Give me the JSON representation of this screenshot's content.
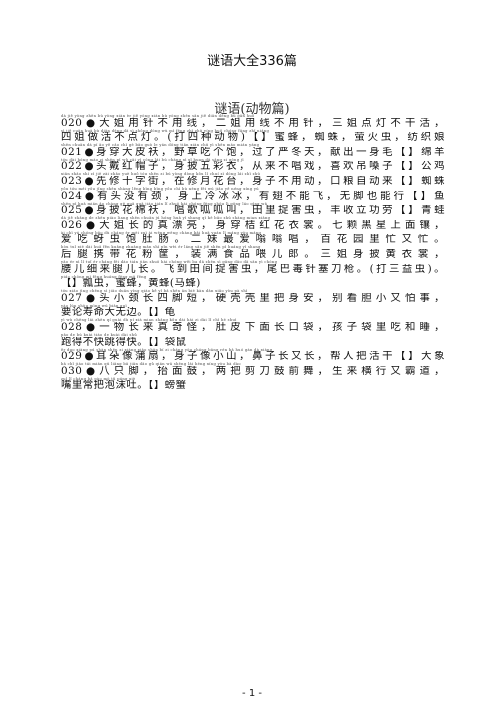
{
  "doc": {
    "title": "谜语大全336篇",
    "section": "谜语(动物篇)",
    "page_number": "- 1 -"
  },
  "lines": [
    {
      "py": "dà jiě yòng zhēn bù yòng xiàn    èr jiě yòng xiàn bù yòng zhēn    sān jiě diǎn dēng bù gǎn huǒ",
      "text": "020●大姐用针不用线，二姐用线不用针，三姐点灯不干活，",
      "last": false
    },
    {
      "py": "sì jiě cuān huā bù diǎn dēng    dǎ sì zhǒng dòng wù    mì fēng   zhī zhū   yíng huǒ chóng   fǎng zhī niáng",
      "text": "四姐做活不点灯。(打四种动物)【】蜜蜂，蜘蛛，萤火虫，纺织娘",
      "last": false
    },
    {
      "py": "shēn chuān dà pí ǎo    yě cǎo chī gè bǎo    guò le yán dōng tiān    xiàn chū yì shēn máo    mián yáng",
      "text": "021●身穿大皮袄，野草吃个饱，过了严冬天，献出一身毛【】绵羊",
      "last": false
    },
    {
      "py": "tóu dài hóng mào zi    shēn pī wǔ cǎi yī    cóng lái bú chàng xì    xǐ huan dǎ sǎng zi    gōng jī",
      "text": "022●头戴红帽子，身披五彩衣，从来不唱戏，喜欢吊嗓子【】公鸡",
      "last": false
    },
    {
      "py": "xiān zhǎo shí zì jiē    zài zhǎo yuè huǒ tóu    shēn zi bú yòng dòng    kǒu lǐ chuí zì dòng lái    zhī zhū",
      "text": "023●先修十字街，在修月花台，身子不用动，口粮自动来【】蜘蛛",
      "last": false
    },
    {
      "py": "yǒu tóu méi yǒu jǐng    shēn shàng lěng bīng bīng    yǒu chì bù néng fēi    wú jiǎo yě néng xíng    yú",
      "text": "024●有头没有颈，身上冷冰冰，有翅不能飞，无脚也能行【】鱼",
      "last": false
    },
    {
      "py": "shēn pī huā mián ǎo    chàng gē guā guā jiào    tián lǐ zhuō hài chóng    fēng shōu lì gōng láo    qīng wā",
      "text": "025●身披花棉袄，唱歌呱呱叫，田里捉害虫，丰收立功劳【】青蛙",
      "last": false
    },
    {
      "py": "dà jiě zhǎng de zhēn piào liang    shēn chuān jú hóng huā yī shang    qī kē bǎo zhū shàng mian xiāng",
      "text": "026●大姐长的真漂亮，身穿桔红花衣裳。七颗黑星上面镶，",
      "last": false
    },
    {
      "py": "ài chī yá chóng bǎo dù cháng    èr mèi zuì ài wēng wēng chàng    bǎi huā yuán lǐ máng yòu máng",
      "text": "爱吃蚜虫饱肚肠。二妹最爱嗡嗡唱，百花园里忙又忙。",
      "last": false
    },
    {
      "py": "hòu tuǐ xié dài huā fěn kuāng    zhuāng mǎn shí pǐn wèi ér láng    sān jiě shēn pī huáng yī shang",
      "text": "后腿携带花粉筐，装满食品喂儿郎。三姐身披黄衣裳，",
      "last": false
    },
    {
      "py": "yāo ér xì lǐ tuǐ ér cháng    fēi dào tián jiān zhuō hài chóng    wěi ba dǎ zhēn sì gāng dāo    dǎ sān yì chóng",
      "text": "腰儿细来腿儿长。飞到田间捉害虫，尾巴毒针塞刀枪。(打三益虫)。",
      "last": false
    },
    {
      "py": "piáo chóng   mì fēng   huáng fēng   mǎ fēng",
      "text": "【】瓢虫，蜜蜂，黄蜂(马蜂)",
      "last": true
    },
    {
      "py": "tóu xiǎo jìng chēng sì jiǎo duǎn    yìng qiào kě yǐ bǎ shēn ān    bié kàn dǎn xiǎo yòu pà shì",
      "text": "027●头小颈长四脚短，硬壳壳里把身安，别看胆小又怕事，",
      "last": false
    },
    {
      "py": "yào lùn shòu mìng wú biān    guī",
      "text": "要论寿命大无边。【】龟",
      "last": true
    },
    {
      "py": "yì wù chēng lái zhēn qí guài    dù pí xià mian zhǎng kǒu dài    hái zi dài lǐ chī hé shuì",
      "text": "028●一物长来真奇怪，肚皮下面长口袋，孩子袋里吃和睡，",
      "last": false
    },
    {
      "py": "pǎo de bú kuài tiào de kuài    dài shǔ",
      "text": "跑得不快跳得快。【】袋鼠",
      "last": true
    },
    {
      "py": "ěr duo xiàng pú shàn    shēn zi xiàng xiǎo shān    bí zi cháng yòu cháng    bāng rén bǎ huó gàn    dà xiàng",
      "text": "029●耳朵像蒲扇，身子像小山，鼻子长又长，帮人把活干【】大象",
      "last": false
    },
    {
      "py": "bā chǐ jiào    tái mián qū    liǎng bǎ jiǎn dāo gǔ qián wǎ    shēng lái héng xíng yòu bà dào",
      "text": "030●八只脚，抬面鼓，两把剪刀鼓前舞，生来横行又霸道，",
      "last": false
    },
    {
      "py": "zuǐ lǐ cháng bǎ pào mò tǔ    páng xiè",
      "text": "嘴里常把泡沫吐。【】螃蟹",
      "last": true
    }
  ]
}
